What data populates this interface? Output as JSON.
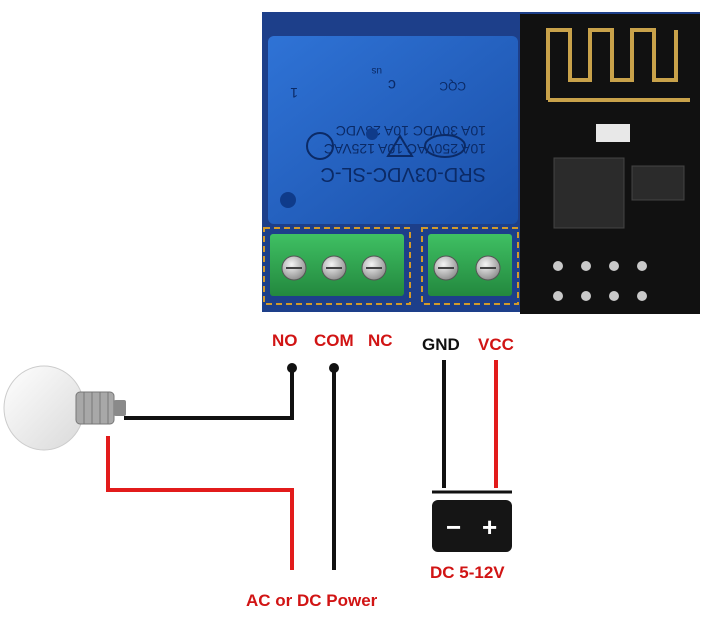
{
  "relay": {
    "model": "SRD-03VDC-SL-C",
    "rating_line_1": "10A 250VAC  10A 125VAC",
    "rating_line_2": "10A 30VDC  10A 28VDC",
    "cert_1": "c",
    "cert_1b": "us",
    "cert_2": "CQC",
    "mark": "1"
  },
  "terminals": {
    "no": "NO",
    "com": "COM",
    "nc": "NC",
    "gnd": "GND",
    "vcc": "VCC"
  },
  "power": {
    "ac_dc_label": "AC or DC Power",
    "dc_label": "DC 5-12V",
    "minus": "−",
    "plus": "+"
  },
  "colors": {
    "relay_blue": "#1f5fbf",
    "terminal_green": "#33a852",
    "wire_red": "#e21b1b",
    "wire_black": "#111111",
    "label_red": "#d11414",
    "board_black": "#121212"
  }
}
